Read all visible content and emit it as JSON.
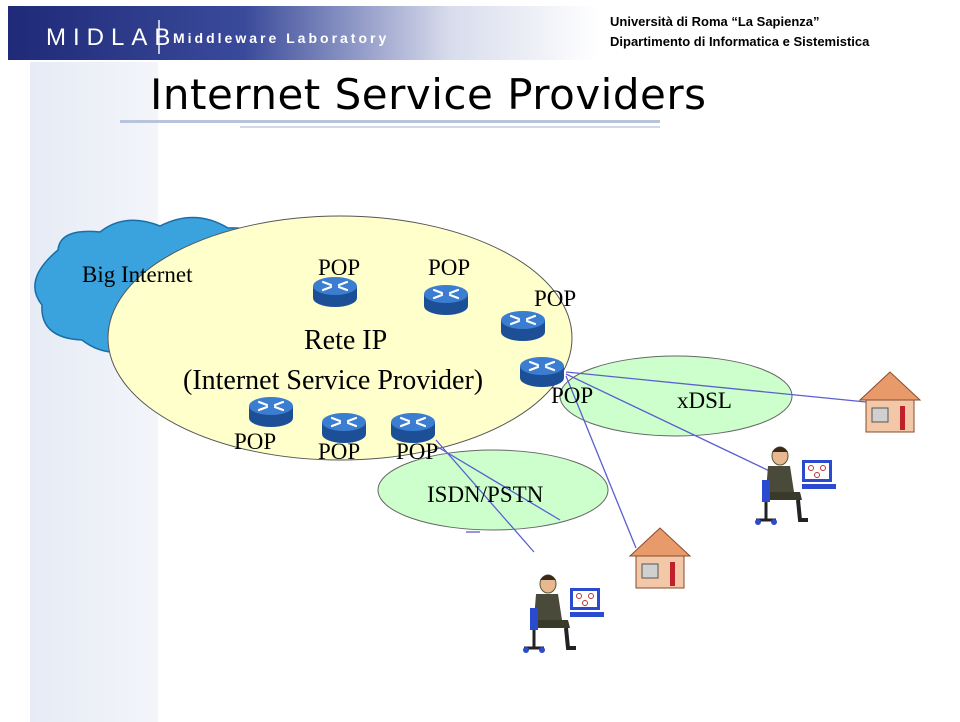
{
  "header": {
    "logo_main": "MIDLAB",
    "logo_sub": "Middleware Laboratory",
    "university": "Università di Roma “La Sapienza”",
    "department": "Dipartimento di Informatica e Sistemistica"
  },
  "title": "Internet Service Providers",
  "diagram": {
    "cloud_label": "Big Internet",
    "isp_label_line1": "Rete IP",
    "isp_label_line2": "(Internet Service Provider)",
    "pop_label": "POP",
    "isdn_label": "ISDN/PSTN",
    "xdsl_label": "xDSL"
  },
  "colors": {
    "cloud": "#3aa3de",
    "isp_fill": "#ffffcc",
    "access_fill": "#ccffcc",
    "router": "#2f6fc0",
    "link": "#5a5fd0"
  }
}
